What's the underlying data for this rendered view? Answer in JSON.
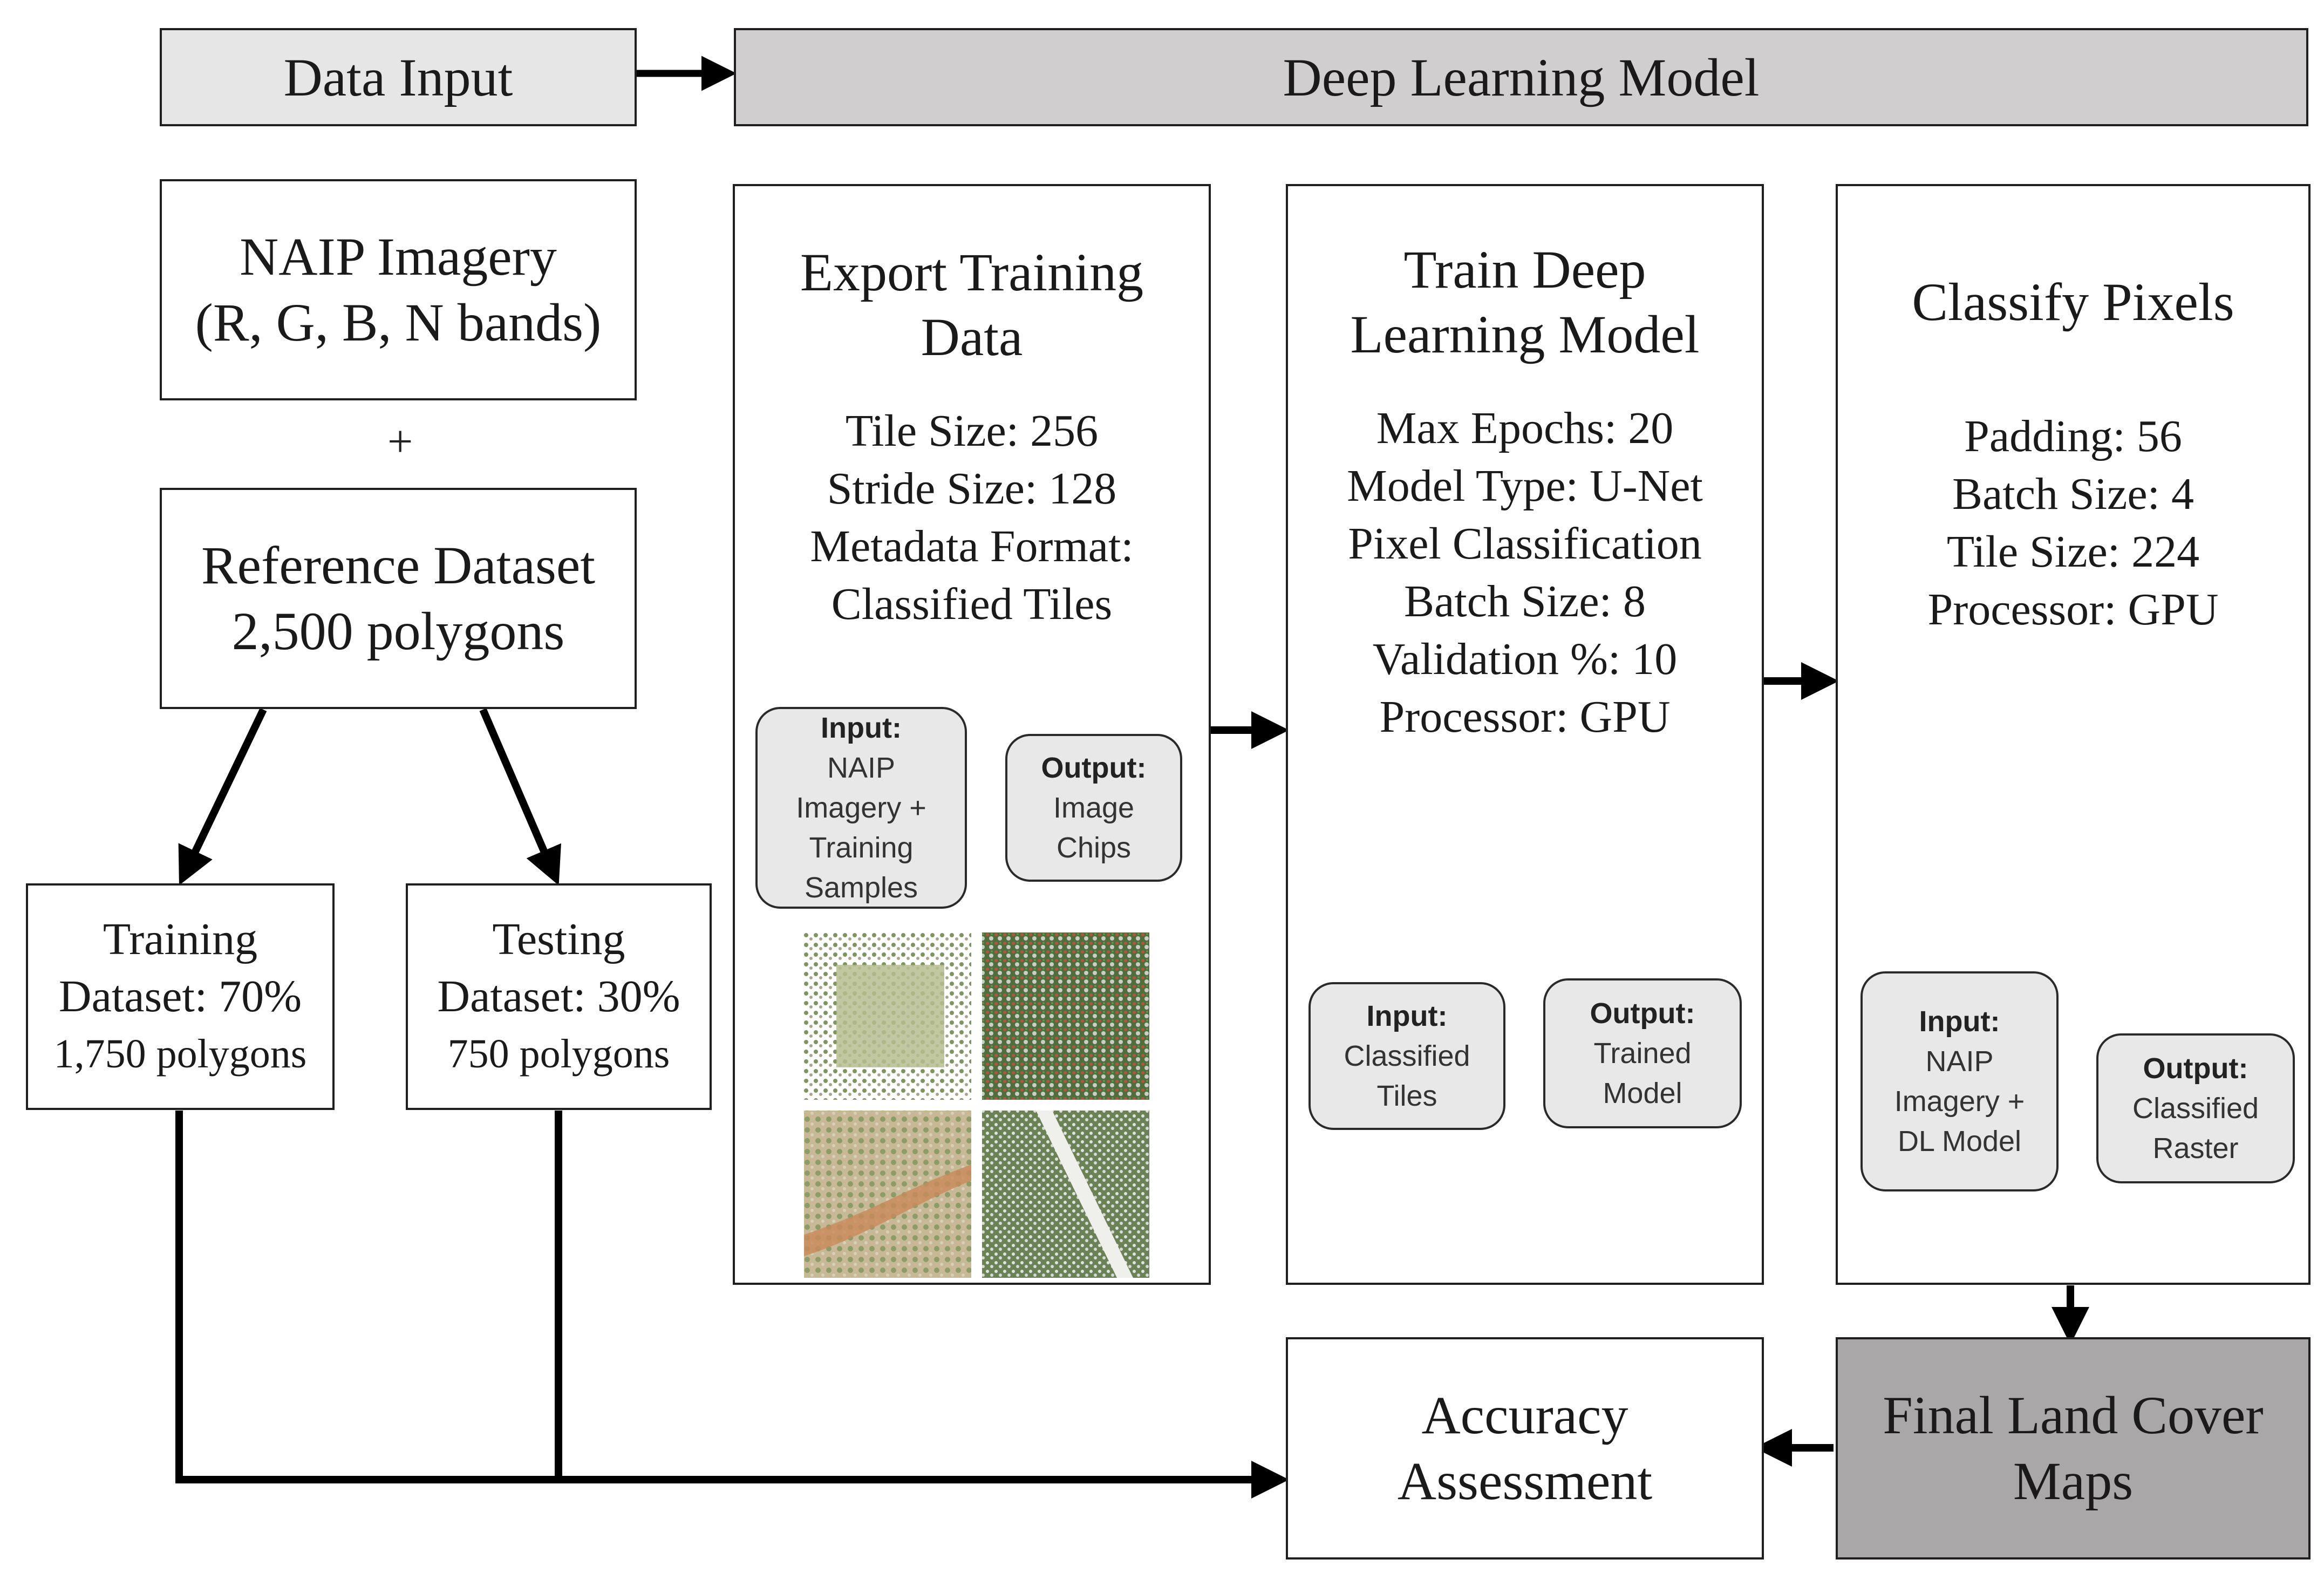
{
  "headers": {
    "data_input": "Data Input",
    "deep_learning_model": "Deep Learning Model"
  },
  "naip": {
    "line1": "NAIP Imagery",
    "line2": "(R, G, B, N bands)"
  },
  "plus": "+",
  "reference": {
    "line1": "Reference Dataset",
    "line2": "2,500 polygons"
  },
  "training": {
    "line1": "Training",
    "line2": "Dataset: 70%",
    "line3": "1,750 polygons"
  },
  "testing": {
    "line1": "Testing",
    "line2": "Dataset: 30%",
    "line3": "750 polygons"
  },
  "export": {
    "title1": "Export Training",
    "title2": "Data",
    "params": [
      "Tile Size: 256",
      "Stride Size: 128",
      "Metadata Format:",
      "Classified Tiles"
    ],
    "input": {
      "label": "Input:",
      "lines": [
        "NAIP",
        "Imagery +",
        "Training",
        "Samples"
      ]
    },
    "output": {
      "label": "Output:",
      "lines": [
        "Image",
        "Chips"
      ]
    }
  },
  "train": {
    "title1": "Train Deep",
    "title2": "Learning Model",
    "params": [
      "Max Epochs: 20",
      "Model Type: U-Net",
      "Pixel Classification",
      "Batch Size: 8",
      "Validation %: 10",
      "Processor: GPU"
    ],
    "input": {
      "label": "Input:",
      "lines": [
        "Classified",
        "Tiles"
      ]
    },
    "output": {
      "label": "Output:",
      "lines": [
        "Trained",
        "Model"
      ]
    }
  },
  "classify": {
    "title": "Classify Pixels",
    "params": [
      "Padding: 56",
      "Batch Size: 4",
      "Tile Size: 224",
      "Processor: GPU"
    ],
    "input": {
      "label": "Input:",
      "lines": [
        "NAIP",
        "Imagery +",
        "DL Model"
      ]
    },
    "output": {
      "label": "Output:",
      "lines": [
        "Classified",
        "Raster"
      ]
    }
  },
  "accuracy": {
    "line1": "Accuracy",
    "line2": "Assessment"
  },
  "final": {
    "line1": "Final Land Cover",
    "line2": "Maps"
  },
  "colors": {
    "header_light": "#e6e6e6",
    "header_dark": "#d0cecf",
    "pill_fill": "#e8e8e8",
    "final_fill": "#aaa7a8",
    "line": "#000000"
  },
  "icons": {
    "sample_chips": "aerial-image-chips"
  }
}
